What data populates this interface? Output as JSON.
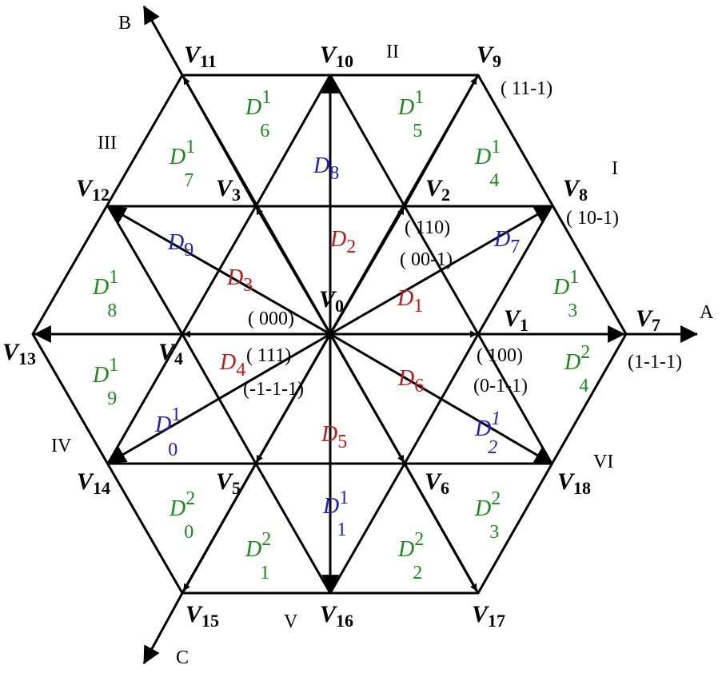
{
  "colors": {
    "line": "#000000",
    "region_green": "#1a8a1a",
    "region_blue": "#2020c0",
    "region_red": "#c01818"
  },
  "axes": [
    {
      "id": "A",
      "label": "A"
    },
    {
      "id": "B",
      "label": "B"
    },
    {
      "id": "C",
      "label": "C"
    }
  ],
  "sectors": [
    {
      "id": "I",
      "label": "I"
    },
    {
      "id": "II",
      "label": "II"
    },
    {
      "id": "III",
      "label": "III"
    },
    {
      "id": "IV",
      "label": "IV"
    },
    {
      "id": "V",
      "label": "V"
    },
    {
      "id": "VI",
      "label": "VI"
    }
  ],
  "vectors": [
    {
      "id": "V0",
      "letter": "V",
      "sub": "0"
    },
    {
      "id": "V1",
      "letter": "V",
      "sub": "1"
    },
    {
      "id": "V2",
      "letter": "V",
      "sub": "2"
    },
    {
      "id": "V3",
      "letter": "V",
      "sub": "3"
    },
    {
      "id": "V4",
      "letter": "V",
      "sub": "4"
    },
    {
      "id": "V5",
      "letter": "V",
      "sub": "5"
    },
    {
      "id": "V6",
      "letter": "V",
      "sub": "6"
    },
    {
      "id": "V7",
      "letter": "V",
      "sub": "7"
    },
    {
      "id": "V8",
      "letter": "V",
      "sub": "8"
    },
    {
      "id": "V9",
      "letter": "V",
      "sub": "9"
    },
    {
      "id": "V10",
      "letter": "V",
      "sub": "10"
    },
    {
      "id": "V11",
      "letter": "V",
      "sub": "11"
    },
    {
      "id": "V12",
      "letter": "V",
      "sub": "12"
    },
    {
      "id": "V13",
      "letter": "V",
      "sub": "13"
    },
    {
      "id": "V14",
      "letter": "V",
      "sub": "14"
    },
    {
      "id": "V15",
      "letter": "V",
      "sub": "15"
    },
    {
      "id": "V16",
      "letter": "V",
      "sub": "16"
    },
    {
      "id": "V17",
      "letter": "V",
      "sub": "17"
    },
    {
      "id": "V18",
      "letter": "V",
      "sub": "18"
    }
  ],
  "switch_states": [
    {
      "id": "s000",
      "text": "( 000)"
    },
    {
      "id": "s111",
      "text": "( 111)"
    },
    {
      "id": "sm1m1m1",
      "text": "(-1-1-1)"
    },
    {
      "id": "s110",
      "text": "( 110)"
    },
    {
      "id": "s00m1",
      "text": "( 00-1)"
    },
    {
      "id": "s100",
      "text": "( 100)"
    },
    {
      "id": "s0m1m1",
      "text": "(0-1-1)"
    },
    {
      "id": "s11m1",
      "text": "( 11-1)"
    },
    {
      "id": "s10m1",
      "text": "( 10-1)"
    },
    {
      "id": "s1m1m1",
      "text": "(1-1-1)"
    }
  ],
  "regions": [
    {
      "id": "D1",
      "letter": "D",
      "sub": "1",
      "sup": "",
      "color": "red"
    },
    {
      "id": "D2",
      "letter": "D",
      "sub": "2",
      "sup": "",
      "color": "red"
    },
    {
      "id": "D3",
      "letter": "D",
      "sub": "3",
      "sup": "",
      "color": "red"
    },
    {
      "id": "D4",
      "letter": "D",
      "sub": "4",
      "sup": "",
      "color": "red"
    },
    {
      "id": "D5",
      "letter": "D",
      "sub": "5",
      "sup": "",
      "color": "red"
    },
    {
      "id": "D6",
      "letter": "D",
      "sub": "6",
      "sup": "",
      "color": "red"
    },
    {
      "id": "D7",
      "letter": "D",
      "sub": "7",
      "sup": "",
      "color": "blue"
    },
    {
      "id": "D8",
      "letter": "D",
      "sub": "8",
      "sup": "",
      "color": "blue"
    },
    {
      "id": "D9",
      "letter": "D",
      "sub": "9",
      "sup": "",
      "color": "blue"
    },
    {
      "id": "D10",
      "letter": "D",
      "sub": "0",
      "sup": "1",
      "color": "blue"
    },
    {
      "id": "D11",
      "letter": "D",
      "sub": "1",
      "sup": "1",
      "color": "blue"
    },
    {
      "id": "D12",
      "letter": "D",
      "sub": "2",
      "sup": "1",
      "color": "blue"
    },
    {
      "id": "D13",
      "letter": "D",
      "sub": "3",
      "sup": "1",
      "color": "green"
    },
    {
      "id": "D14",
      "letter": "D",
      "sub": "4",
      "sup": "1",
      "color": "green"
    },
    {
      "id": "D15",
      "letter": "D",
      "sub": "5",
      "sup": "1",
      "color": "green"
    },
    {
      "id": "D16",
      "letter": "D",
      "sub": "6",
      "sup": "1",
      "color": "green"
    },
    {
      "id": "D17",
      "letter": "D",
      "sub": "7",
      "sup": "1",
      "color": "green"
    },
    {
      "id": "D18",
      "letter": "D",
      "sub": "8",
      "sup": "1",
      "color": "green"
    },
    {
      "id": "D19",
      "letter": "D",
      "sub": "9",
      "sup": "1",
      "color": "green"
    },
    {
      "id": "D20",
      "letter": "D",
      "sub": "0",
      "sup": "2",
      "color": "green"
    },
    {
      "id": "D21",
      "letter": "D",
      "sub": "1",
      "sup": "2",
      "color": "green"
    },
    {
      "id": "D22",
      "letter": "D",
      "sub": "2",
      "sup": "2",
      "color": "green"
    },
    {
      "id": "D23",
      "letter": "D",
      "sub": "3",
      "sup": "2",
      "color": "green"
    },
    {
      "id": "D24",
      "letter": "D",
      "sub": "4",
      "sup": "2",
      "color": "green"
    }
  ]
}
